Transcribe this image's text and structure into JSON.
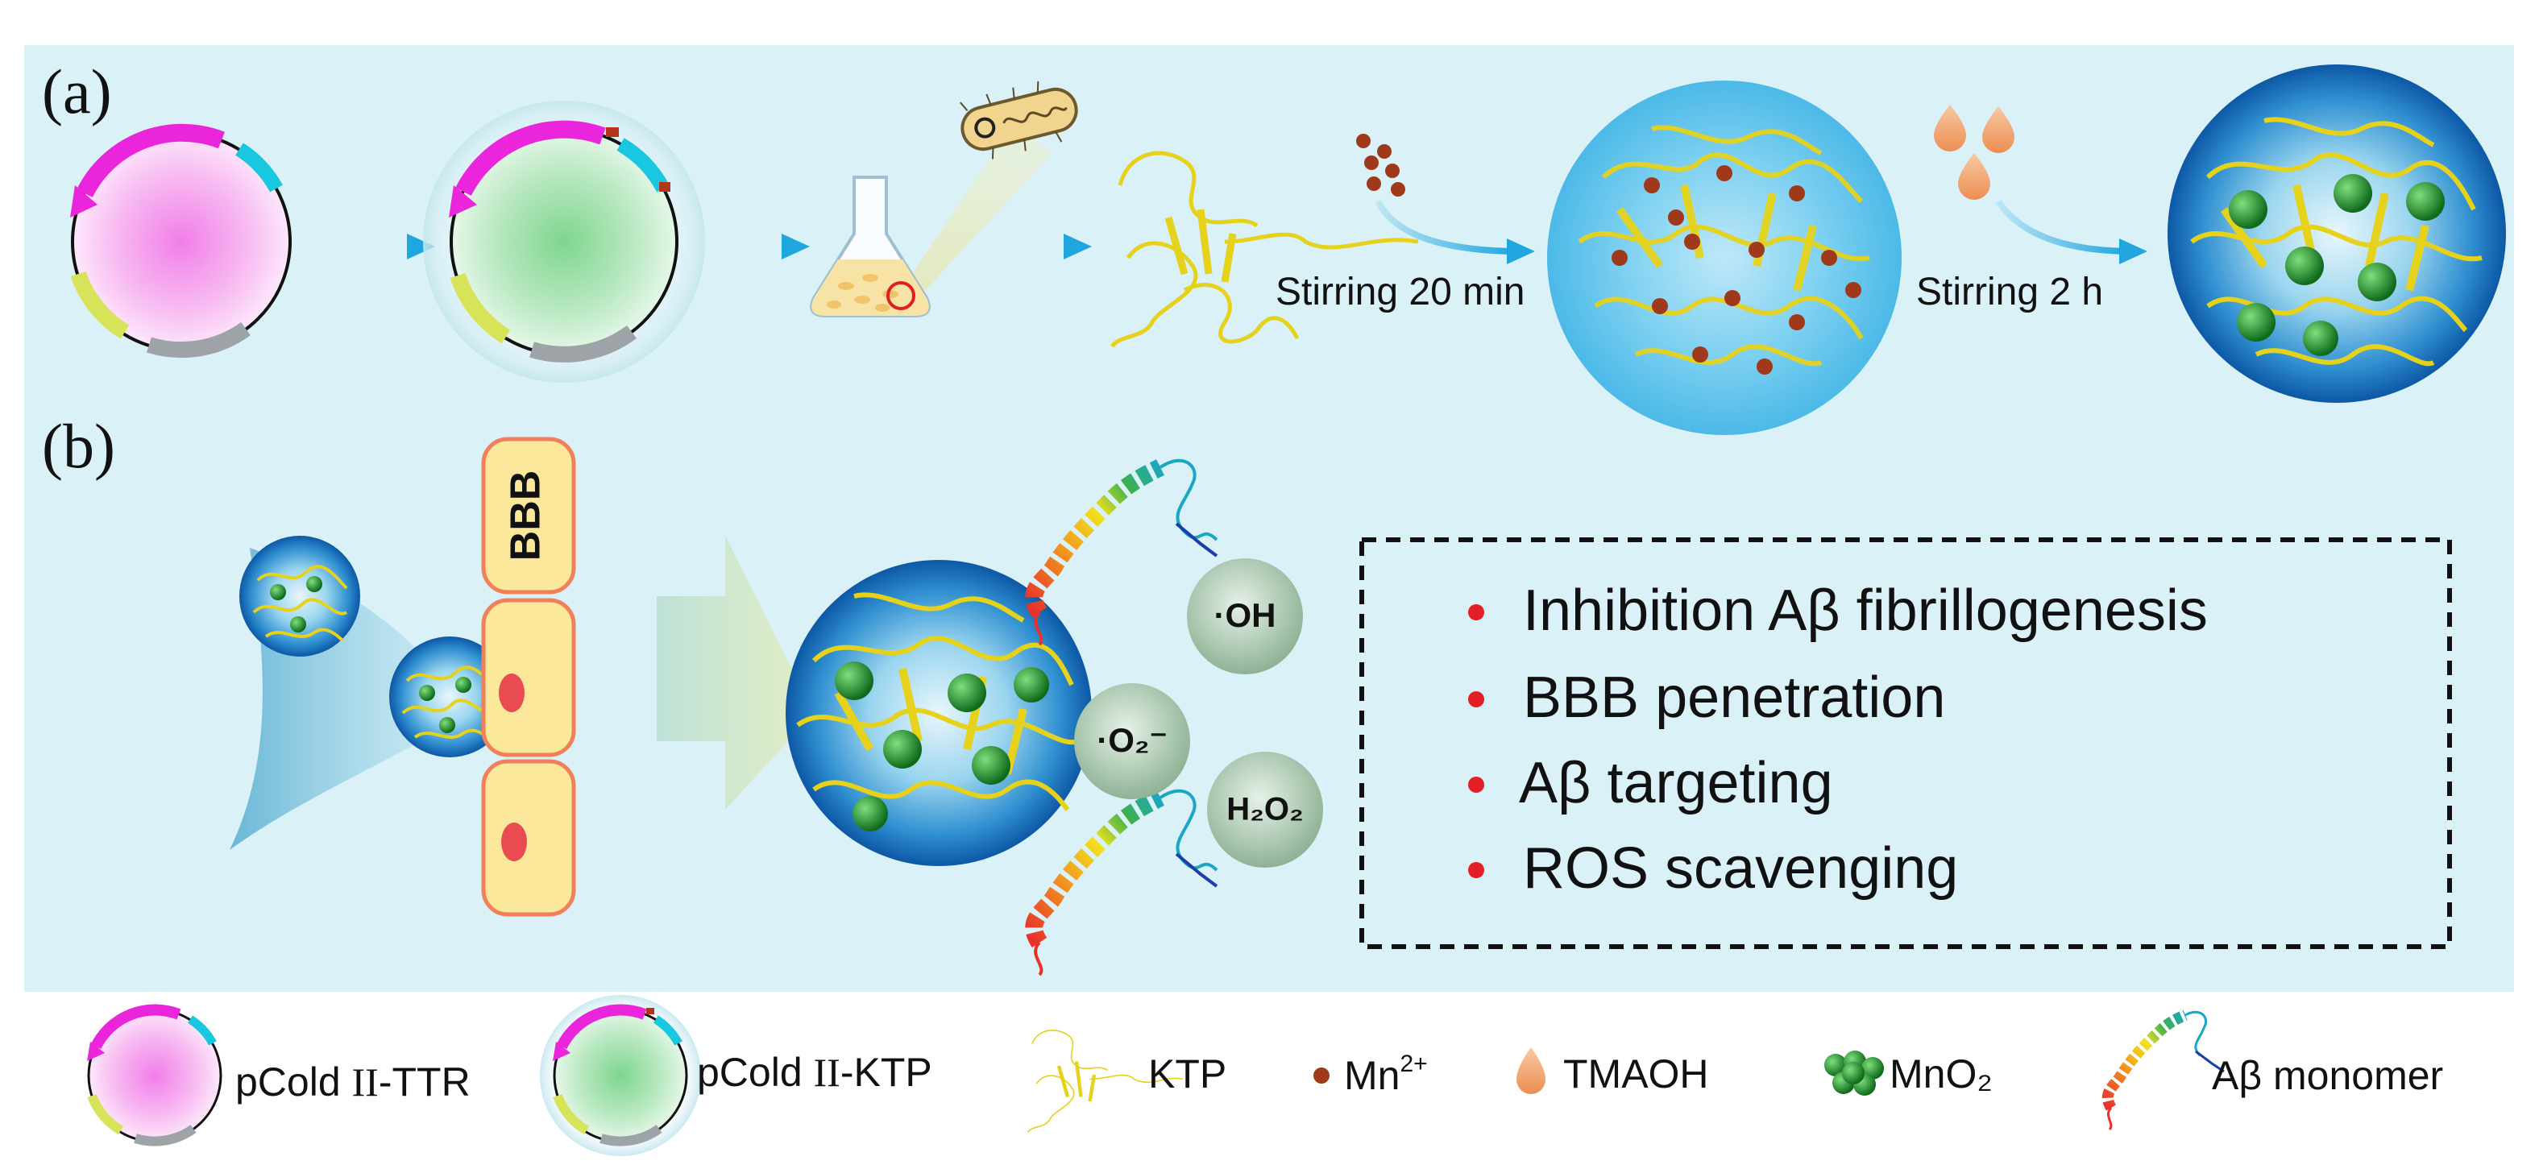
{
  "panel_a": {
    "label": "(a)",
    "step1": "Stirring 20 min",
    "step2": "Stirring 2 h"
  },
  "panel_b": {
    "label": "(b)",
    "barrier": "BBB",
    "ros": [
      "·OH",
      "·O₂⁻",
      "H₂O₂"
    ],
    "features": [
      "Inhibition Aβ fibrillogenesis",
      "BBB penetration",
      "Aβ targeting",
      "ROS scavenging"
    ]
  },
  "legend": {
    "items": [
      {
        "icon": "plasmid-ttr-icon",
        "prefix": "pCold ",
        "roman": "II",
        "suffix": "-TTR"
      },
      {
        "icon": "plasmid-ktp-icon",
        "prefix": "pCold ",
        "roman": "II",
        "suffix": "-KTP"
      },
      {
        "icon": "protein-icon",
        "text": "KTP"
      },
      {
        "icon": "manganese-ion-icon",
        "base": "Mn",
        "sup": "2+"
      },
      {
        "icon": "droplet-icon",
        "text": "TMAOH"
      },
      {
        "icon": "mno2-cluster-icon",
        "text": "MnO₂"
      },
      {
        "icon": "abeta-helix-icon",
        "text": "Aβ monomer"
      }
    ]
  },
  "colors": {
    "panel_bg": "#daf1f8",
    "arrow": "#1fa6de",
    "bullet": "#e41e26",
    "protein": "#f2e21d",
    "mno2": "#1f8a2a",
    "mn_ion": "#a0381a",
    "droplet": "#f0a06a",
    "nanoparticle": "#1d8fd6"
  }
}
